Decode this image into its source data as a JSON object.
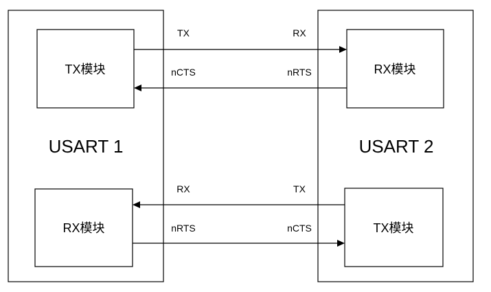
{
  "left_unit": {
    "title": "USART 1",
    "top_module": "TX模块",
    "bottom_module": "RX模块"
  },
  "right_unit": {
    "title": "USART 2",
    "top_module": "RX模块",
    "bottom_module": "TX模块"
  },
  "connections": {
    "top_forward": {
      "left_label": "TX",
      "right_label": "RX"
    },
    "top_back": {
      "left_label": "nCTS",
      "right_label": "nRTS"
    },
    "bottom_back": {
      "left_label": "RX",
      "right_label": "TX"
    },
    "bottom_forward": {
      "left_label": "nRTS",
      "right_label": "nCTS"
    }
  }
}
